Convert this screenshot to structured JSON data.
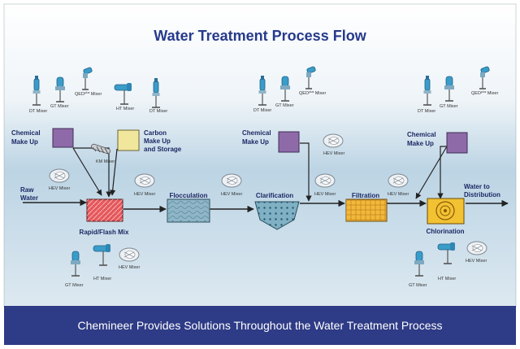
{
  "title": "Water Treatment Process Flow",
  "footer": "Chemineer Provides Solutions Throughout the Water Treatment Process",
  "colors": {
    "title": "#263a8c",
    "footer_bg": "#2e3b86",
    "flow_line": "#222222",
    "chemical_box": "#8f6aa8",
    "carbon_box": "#f1e79c",
    "rapid_mix": "#e4575b",
    "flocculation": "#8fb6c6",
    "clarification": "#7fb0c4",
    "filtration": "#f1b93c",
    "chlorination": "#f2c233",
    "mixer_blue": "#3a9cc8",
    "label_navy": "#1c2864"
  },
  "stages": {
    "raw_water": [
      "Raw",
      "Water"
    ],
    "rapid_mix": "Rapid/Flash Mix",
    "flocculation": "Flocculation",
    "clarification": "Clarification",
    "filtration": "Filtration",
    "chlorination": "Chlorination",
    "distribution": [
      "Water to",
      "Distribution"
    ]
  },
  "chemical_makeup": [
    "Chemical",
    "Make Up"
  ],
  "carbon": [
    "Carbon",
    "Make Up",
    "and Storage"
  ],
  "mixers": {
    "dt": "DT Mixer",
    "gt": "GT Mixer",
    "qed": "QED",
    "qed_sup": "plus",
    "mixer_word": "Mixer",
    "ht": "HT Mixer",
    "hev": "HEV Mixer",
    "km": "KM Mixer"
  }
}
